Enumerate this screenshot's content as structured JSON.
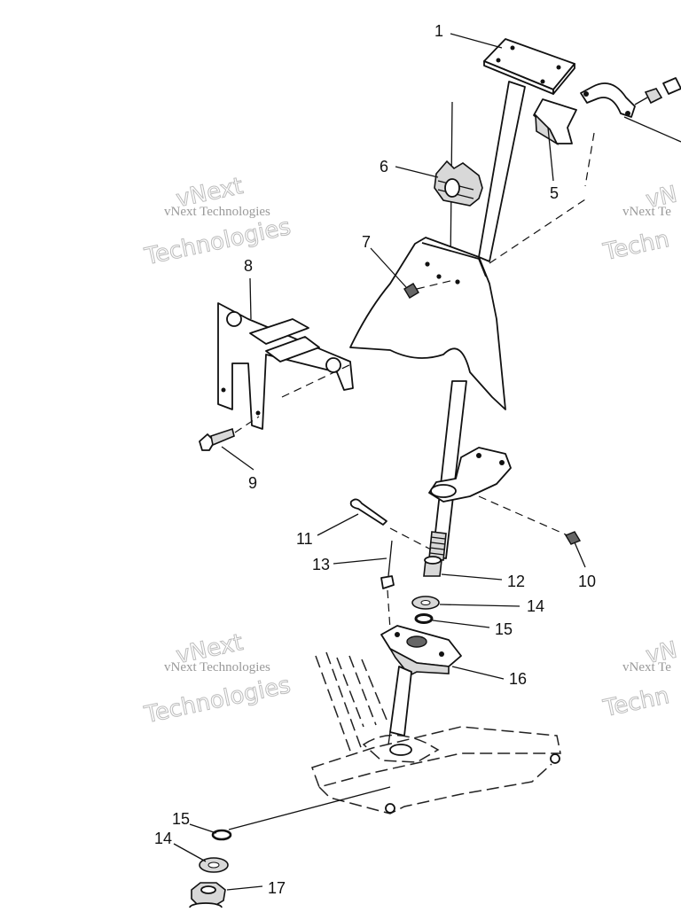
{
  "watermarks": [
    {
      "line1": "vNext Technologies",
      "line2": "Technologies",
      "overlay": "vNext"
    },
    {
      "line1": "vNext Te",
      "line2": "Techn",
      "overlay": "vN"
    },
    {
      "line1": "vNext Technologies",
      "line2": "Technologies",
      "overlay": "vNext"
    },
    {
      "line1": "vNext Te",
      "line2": "Techn",
      "overlay": "vN"
    }
  ],
  "callouts": {
    "c1": "1",
    "c5": "5",
    "c6": "6",
    "c7": "7",
    "c8": "8",
    "c9": "9",
    "c10": "10",
    "c11": "11",
    "c12": "12",
    "c13": "13",
    "c14a": "14",
    "c15a": "15",
    "c16": "16",
    "c15b": "15",
    "c14b": "14",
    "c17": "17"
  }
}
